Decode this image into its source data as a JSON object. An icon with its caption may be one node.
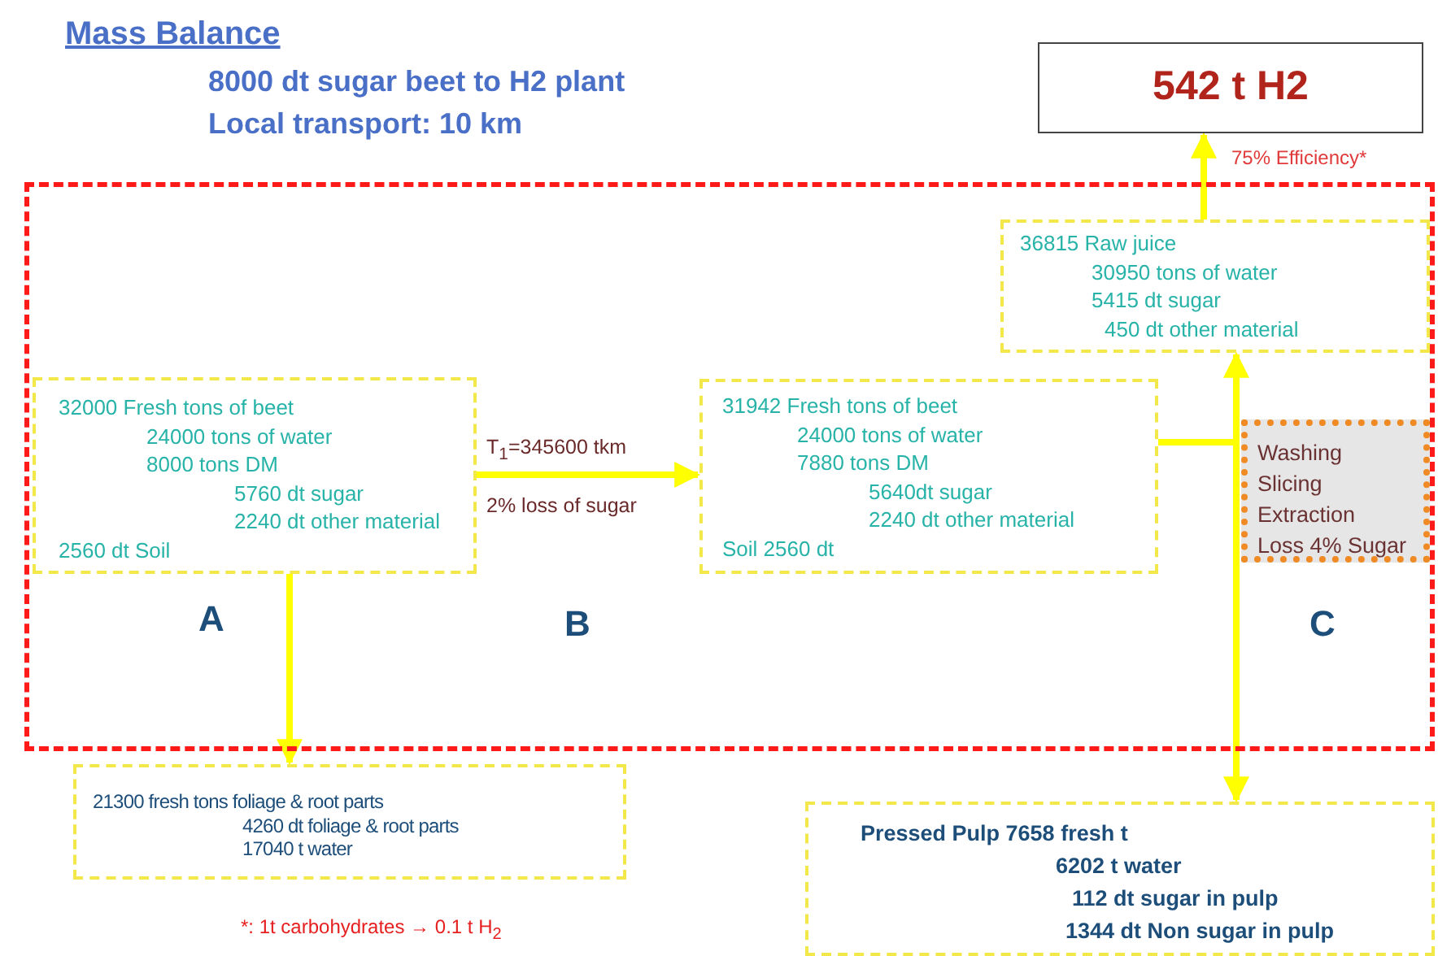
{
  "diagram": {
    "title": "Mass Balance",
    "nodes": [
      {
        "text": [],
        "shape": "box"
      },
      {
        "text": [
          "32000 Fresh tons of beet",
          "24000 tons of water",
          "8000 tons DM",
          "5760 dt sugar",
          "2240 dt other material",
          "2560 dt Soil"
        ],
        "in": 0
      },
      {
        "text": [
          "31942 Fresh tons of beet",
          "24000 tons of water",
          "7880 tons DM",
          "5640dt sugar",
          "2240 dt other material",
          "Soil 2560 dt"
        ],
        "in": 0
      },
      {
        "text": [
          "36815 Raw juice",
          "30950 tons of water",
          "5415 dt sugar",
          "450 dt other material"
        ],
        "in": 0
      },
      {
        "text": [
          "Washing",
          "Slicing",
          "Extraction",
          "Loss 4% Sugar"
        ],
        "in": 0
      },
      {
        "text": [
          "542 t H2"
        ],
        "beside": [
          "75% Efficiency*"
        ]
      },
      {
        "text": [
          "21300 fresh tons foliage & root parts",
          "4260 dt foliage & root parts",
          "17040 t water"
        ]
      },
      {
        "text": [
          "Pressed Pulp 7658 fresh t",
          "6202 t  water",
          "112 dt sugar in pulp",
          "1344 dt Non sugar in pulp"
        ]
      }
    ],
    "edges": [
      {
        "from": 1,
        "to": 2,
        "arrow": "to",
        "label": "T$_{1}$=345600 tkm"
      },
      {
        "from": 2,
        "to": 3,
        "arrow": "to"
      },
      {
        "from": 2,
        "to": 7,
        "arrow": "to"
      },
      {
        "from": 1,
        "to": 6,
        "arrow": "to"
      },
      {
        "from": 3,
        "to": 5,
        "arrow": "to"
      }
    ],
    "labels": [
      "8000 dt sugar beet to H2 plant",
      "Local transport: 10 km",
      "A",
      "2% loss of sugar",
      "B",
      "C",
      "*:  1t carbohydrates → 0.1 t H$_{2}$"
    ]
  }
}
